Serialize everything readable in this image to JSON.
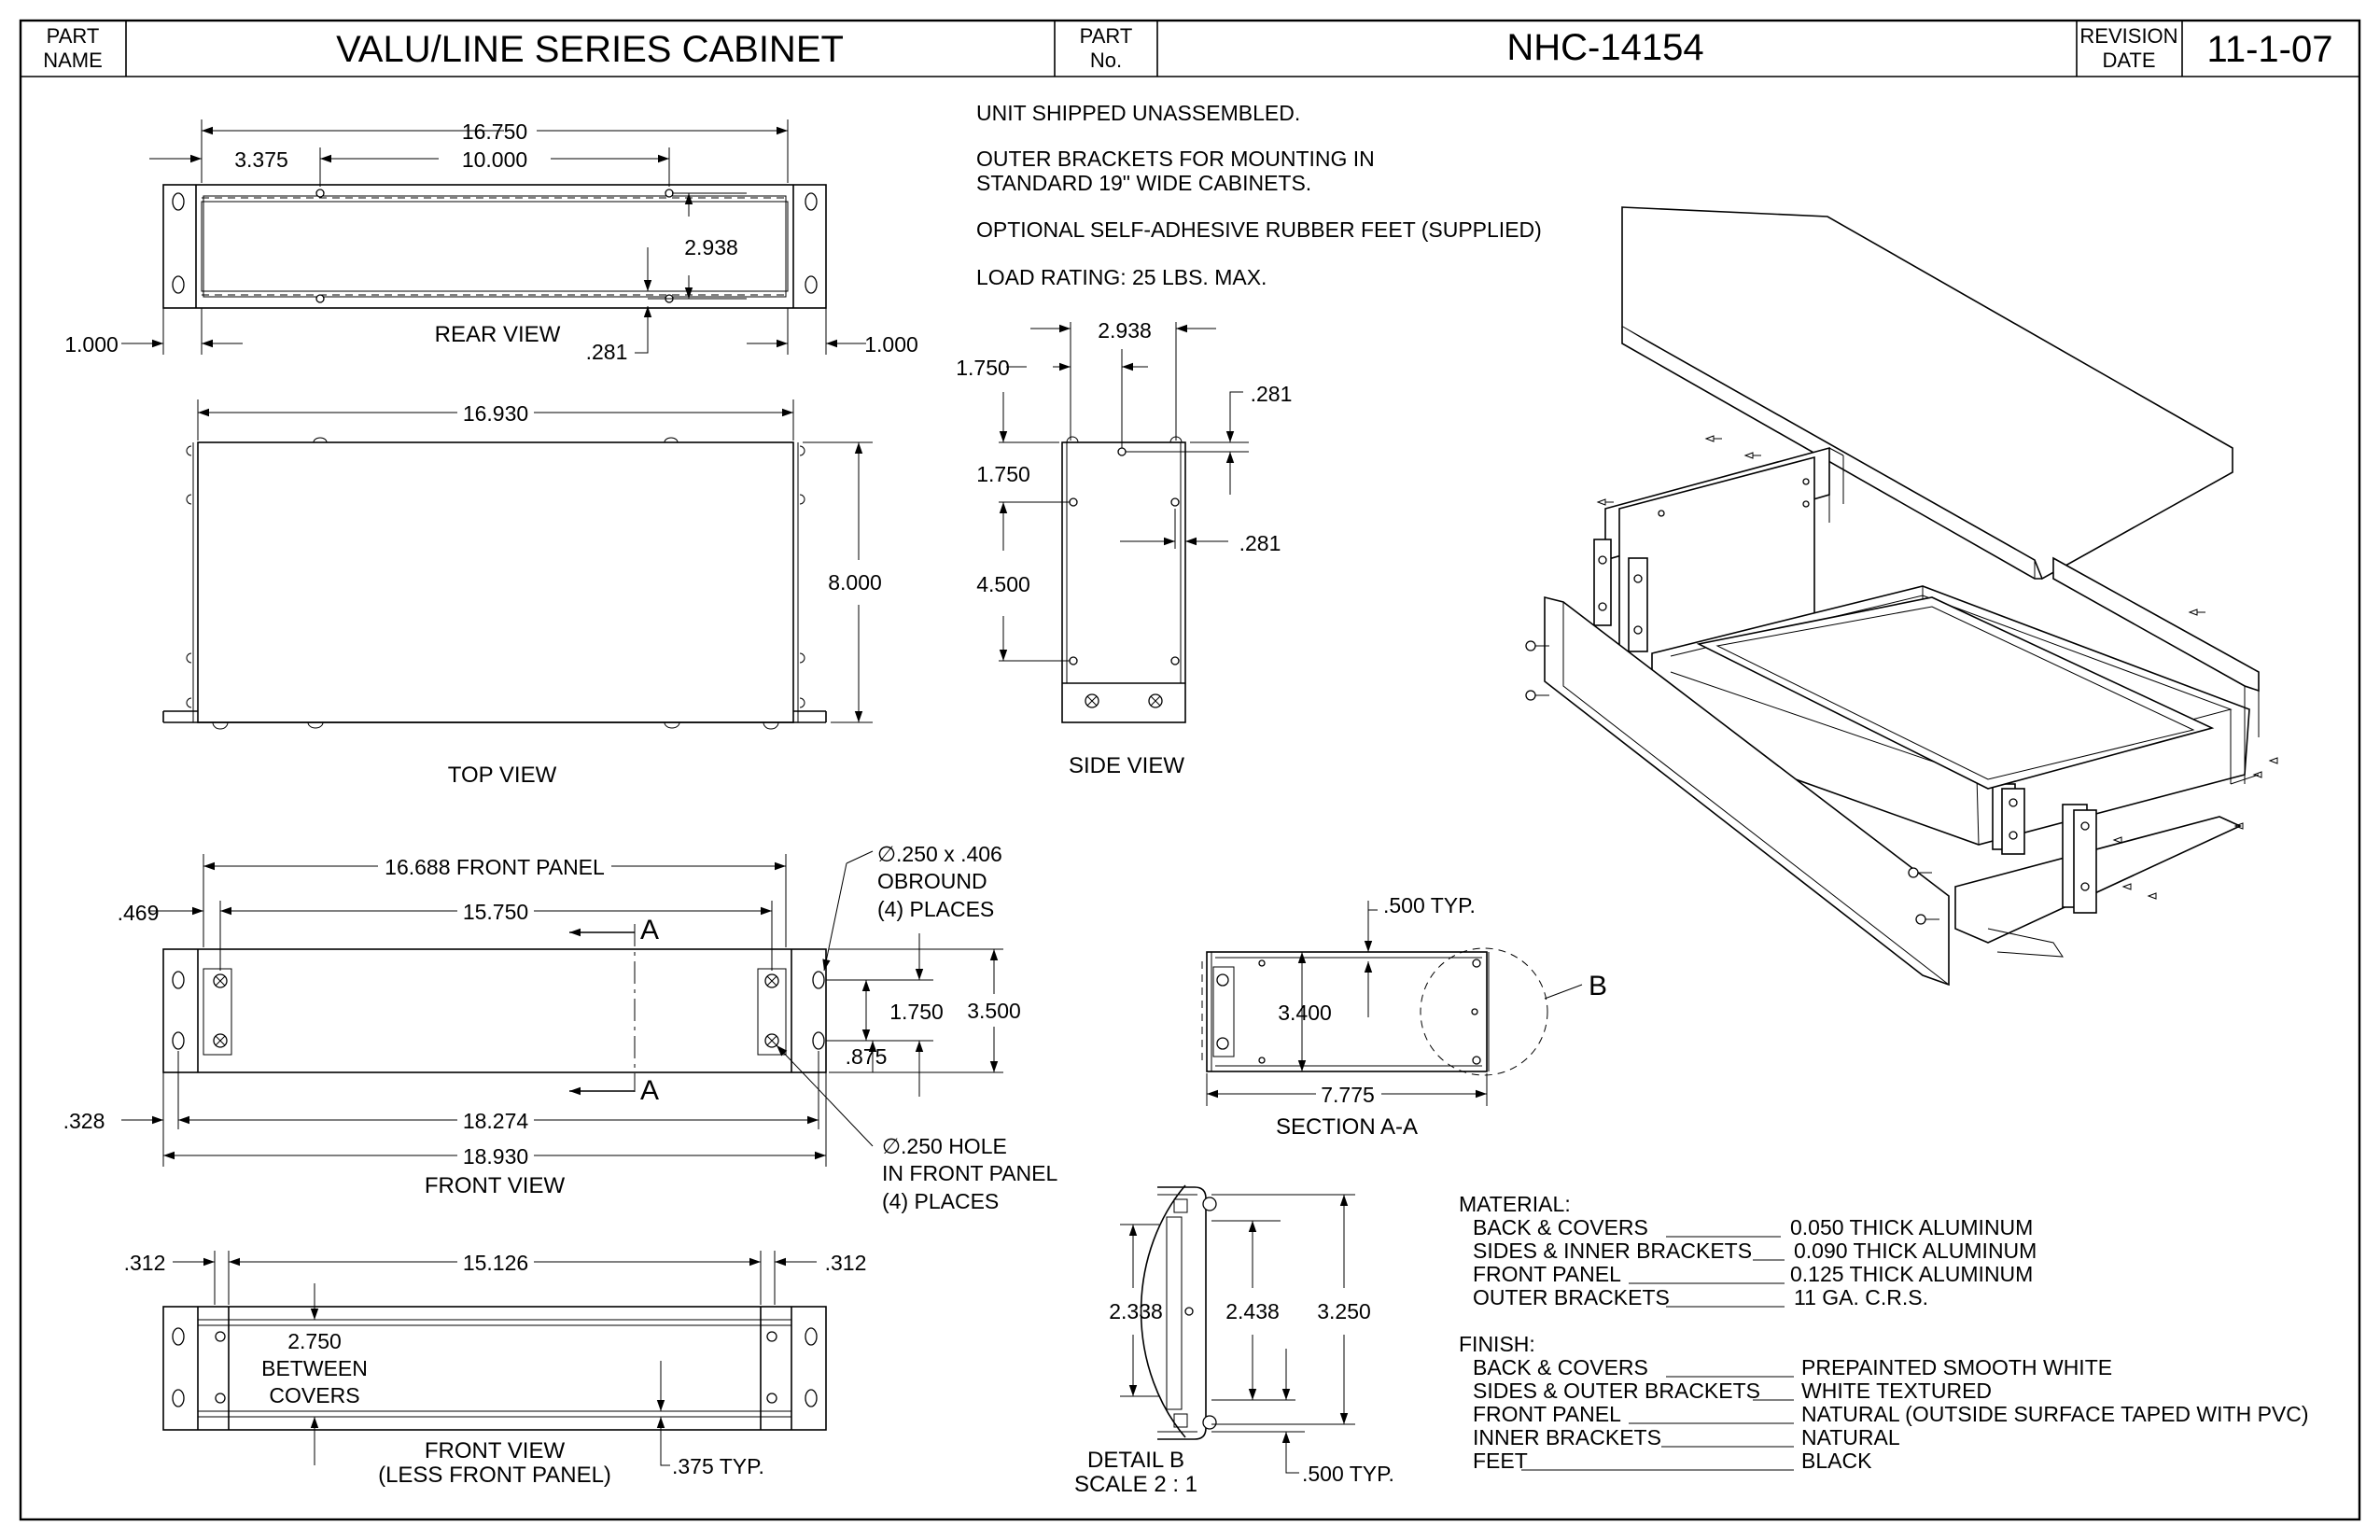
{
  "title_block": {
    "part_name_label": "PART NAME",
    "part_name": "VALU/LINE SERIES CABINET",
    "part_no_label": "PART No.",
    "part_no": "NHC-14154",
    "revision_label": "REVISION DATE",
    "revision_date": "11-1-07"
  },
  "notes": [
    "UNIT SHIPPED UNASSEMBLED.",
    "OUTER BRACKETS FOR MOUNTING IN",
    "STANDARD 19\" WIDE CABINETS.",
    "OPTIONAL SELF-ADHESIVE RUBBER FEET (SUPPLIED)",
    "LOAD RATING:  25 LBS. MAX."
  ],
  "rear_view": {
    "label": "REAR VIEW",
    "dims": {
      "overall": "16.750",
      "offset": "3.375",
      "spacing": "10.000",
      "height": "2.938",
      "bottom": ".281",
      "left": "1.000",
      "right": "1.000"
    }
  },
  "top_view": {
    "label": "TOP VIEW",
    "dims": {
      "width": "16.930",
      "depth": "8.000"
    }
  },
  "side_view": {
    "label": "SIDE VIEW",
    "dims": {
      "top_width": "2.938",
      "d1": "1.750",
      "d2": "1.750",
      "d3": "4.500",
      "r1": ".281",
      "r2": ".281"
    }
  },
  "front_view": {
    "label": "FRONT VIEW",
    "section_marker": "A",
    "dims": {
      "panel": "16.688 FRONT PANEL",
      "inset": ".469",
      "spacing": "15.750",
      "edge": ".328",
      "inner": "18.274",
      "overall": "18.930",
      "hole_spacing": "1.750",
      "height": "3.500",
      "bottom": ".875"
    },
    "callout_obround": [
      "∅.250 x .406",
      "OBROUND",
      "(4) PLACES"
    ],
    "callout_hole": [
      "∅.250 HOLE",
      "IN FRONT PANEL",
      "(4) PLACES"
    ]
  },
  "front_view_less": {
    "label_1": "FRONT VIEW",
    "label_2": "(LESS FRONT PANEL)",
    "dims": {
      "left": ".312",
      "spacing": "15.126",
      "right": ".312",
      "gap": "2.750",
      "gap_label_1": "BETWEEN",
      "gap_label_2": "COVERS",
      "typ": ".375 TYP."
    }
  },
  "section_aa": {
    "label": "SECTION A-A",
    "detail_marker": "B",
    "dims": {
      "typ": ".500 TYP.",
      "height": "3.400",
      "width": "7.775"
    }
  },
  "detail_b": {
    "label_1": "DETAIL B",
    "label_2": "SCALE 2 : 1",
    "dims": {
      "a": "2.338",
      "b": "2.438",
      "c": "3.250",
      "typ": ".500 TYP."
    }
  },
  "material": {
    "heading": "MATERIAL:",
    "rows": [
      {
        "item": "BACK & COVERS",
        "spec": "0.050 THICK ALUMINUM"
      },
      {
        "item": "SIDES & INNER BRACKETS",
        "spec": "0.090 THICK ALUMINUM"
      },
      {
        "item": "FRONT PANEL",
        "spec": "0.125 THICK ALUMINUM"
      },
      {
        "item": "OUTER BRACKETS",
        "spec": "11 GA. C.R.S."
      }
    ]
  },
  "finish": {
    "heading": "FINISH:",
    "rows": [
      {
        "item": "BACK & COVERS",
        "spec": "PREPAINTED SMOOTH WHITE"
      },
      {
        "item": "SIDES & OUTER BRACKETS",
        "spec": "WHITE TEXTURED"
      },
      {
        "item": "FRONT PANEL",
        "spec": "NATURAL (OUTSIDE SURFACE TAPED WITH PVC)"
      },
      {
        "item": "INNER BRACKETS",
        "spec": "NATURAL"
      },
      {
        "item": "FEET",
        "spec": "BLACK"
      }
    ]
  }
}
